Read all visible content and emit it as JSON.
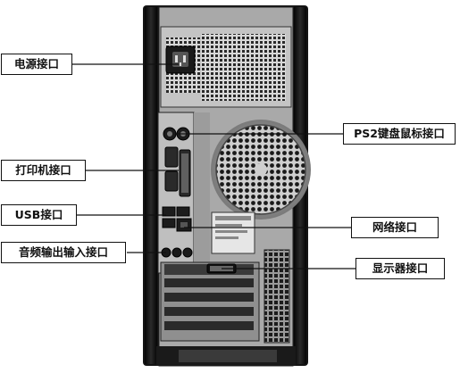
{
  "labels": {
    "power": "电源接口",
    "ps2": "PS2键盘鼠标接口",
    "printer": "打印机接口",
    "usb": "USB接口",
    "network": "网络接口",
    "audio": "音频输出输入接口",
    "display": "显示器接口"
  },
  "colors": {
    "case": "#161616",
    "panel": "#bdbdbd",
    "line": "#111111",
    "label_border": "#111111"
  }
}
